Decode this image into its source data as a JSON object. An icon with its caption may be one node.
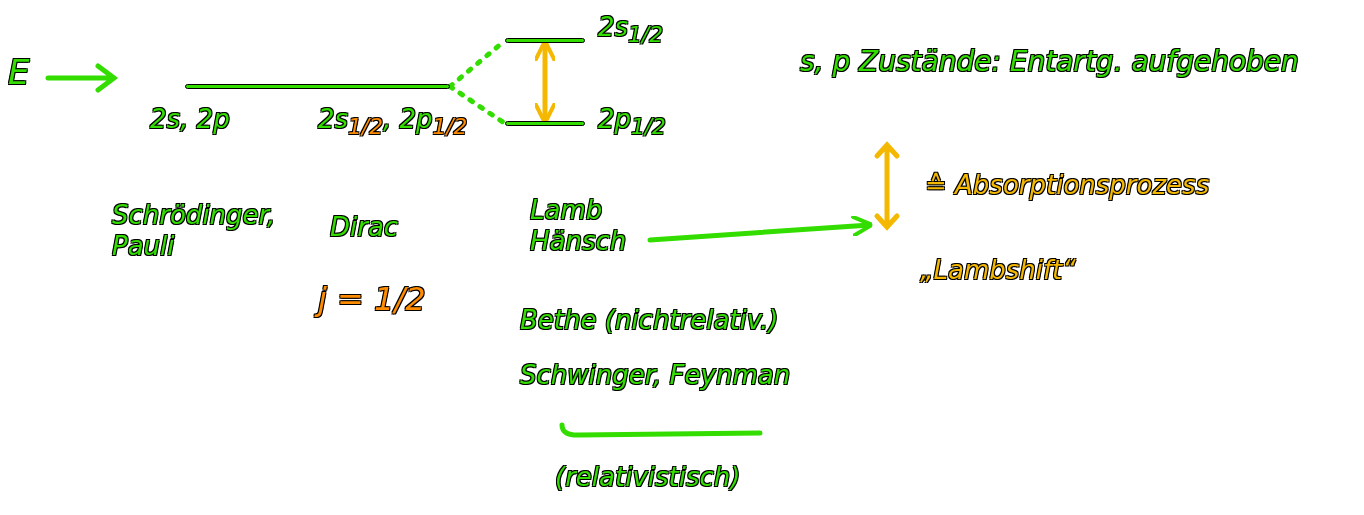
{
  "diagram": {
    "nodes": [
      {
        "text": [],
        "shape": "bar"
      },
      {
        "text": [],
        "shape": "bar"
      },
      {
        "text": [],
        "shape": "bar"
      },
      {
        "text": [
          "Lamb Hänsch"
        ]
      },
      {
        "text": [
          "≙ Absorptionsprozess",
          "„Lambshift“"
        ]
      }
    ],
    "edges": [
      {
        "from": 0,
        "to": 1,
        "arrow": "none",
        "style": "dashed"
      },
      {
        "from": 0,
        "to": 2,
        "arrow": "none",
        "style": "dashed"
      },
      {
        "from": 1,
        "to": 2,
        "arrow": "both",
        "color": "#f5b800"
      },
      {
        "from": 3,
        "to": 4,
        "arrow": "to"
      }
    ],
    "labels": [
      "E",
      "2s$_{1/2}$",
      "s, p Zustände: Entartg. aufgehoben",
      "2s, 2p",
      "2s$_{1/2}$, 2p$_{1/2}$",
      "2p$_{1/2}$",
      "Schrödinger, Pauli",
      "Dirac",
      "j = 1/2",
      "Bethe (nichtrelativ.)",
      "Schwinger, Feynman",
      "(relativistisch)"
    ]
  }
}
